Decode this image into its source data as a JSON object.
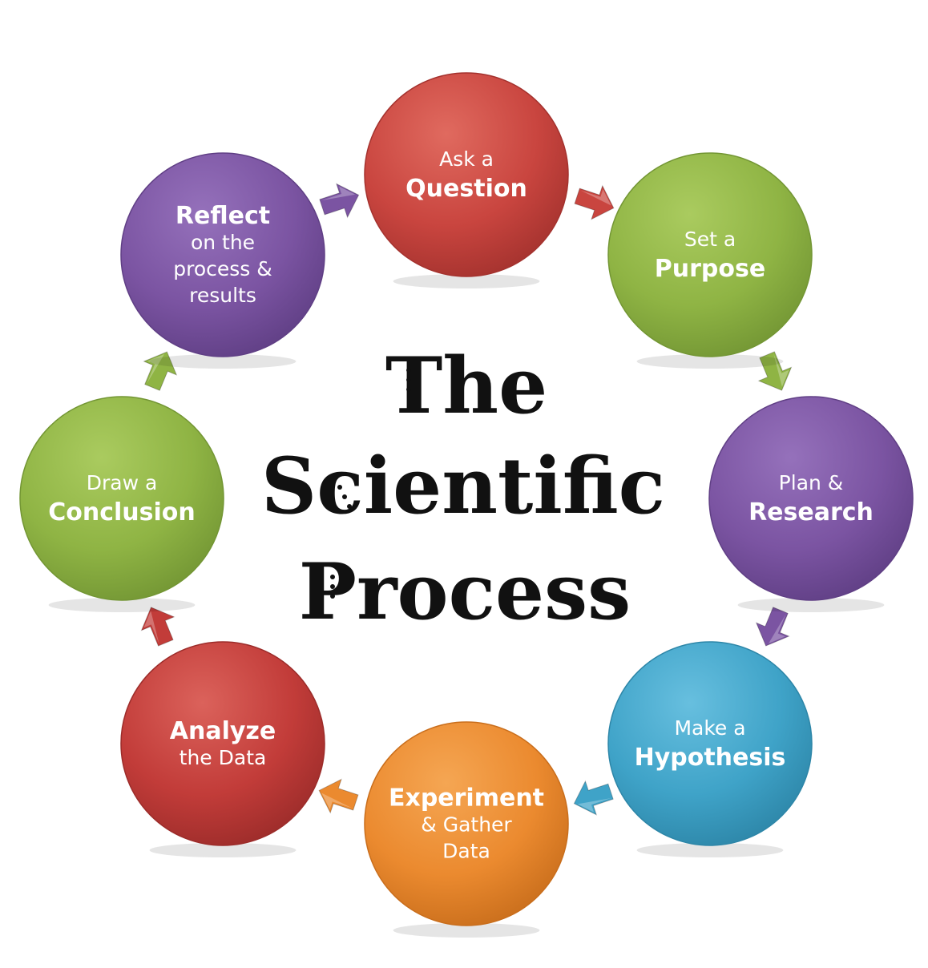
{
  "title": {
    "lines": [
      "The",
      "Scientific",
      "Process"
    ]
  },
  "steps": [
    {
      "id": "ask-question",
      "lines": [
        {
          "text": "Ask a",
          "bold": false
        },
        {
          "text": "Question",
          "bold": true
        }
      ],
      "color": "#c9453f",
      "color_light": "#e06a5f",
      "color_dark": "#a4322e"
    },
    {
      "id": "set-purpose",
      "lines": [
        {
          "text": "Set a",
          "bold": false
        },
        {
          "text": "Purpose",
          "bold": true
        }
      ],
      "color": "#8fb444",
      "color_light": "#aacb5f",
      "color_dark": "#739634"
    },
    {
      "id": "plan-research",
      "lines": [
        {
          "text": "Plan &",
          "bold": false
        },
        {
          "text": "Research",
          "bold": true
        }
      ],
      "color": "#7b54a2",
      "color_light": "#9571bb",
      "color_dark": "#603f85"
    },
    {
      "id": "make-hypothesis",
      "lines": [
        {
          "text": "Make a",
          "bold": false
        },
        {
          "text": "Hypothesis",
          "bold": true
        }
      ],
      "color": "#3fa3c8",
      "color_light": "#67bfdf",
      "color_dark": "#2d86a8"
    },
    {
      "id": "experiment",
      "lines": [
        {
          "text": "Experiment",
          "bold": true
        },
        {
          "text": "& Gather",
          "bold": false
        },
        {
          "text": "Data",
          "bold": false
        }
      ],
      "color": "#eb8a2f",
      "color_light": "#f5a653",
      "color_dark": "#c96e1c"
    },
    {
      "id": "analyze-data",
      "lines": [
        {
          "text": "Analyze",
          "bold": true
        },
        {
          "text": "the Data",
          "bold": false
        }
      ],
      "color": "#c23c39",
      "color_light": "#db625b",
      "color_dark": "#9c2c2a"
    },
    {
      "id": "draw-conclusion",
      "lines": [
        {
          "text": "Draw a",
          "bold": false
        },
        {
          "text": "Conclusion",
          "bold": true
        }
      ],
      "color": "#8fb444",
      "color_light": "#aacb5f",
      "color_dark": "#739634"
    },
    {
      "id": "reflect",
      "lines": [
        {
          "text": "Reflect",
          "bold": true
        },
        {
          "text": "on the",
          "bold": false
        },
        {
          "text": "process &",
          "bold": false
        },
        {
          "text": "results",
          "bold": false
        }
      ],
      "color": "#7b54a2",
      "color_light": "#9571bb",
      "color_dark": "#603f85"
    }
  ],
  "arrows": [
    {
      "from": "ask-question",
      "to": "set-purpose",
      "color": "#c9453f"
    },
    {
      "from": "set-purpose",
      "to": "plan-research",
      "color": "#8fb444"
    },
    {
      "from": "plan-research",
      "to": "make-hypothesis",
      "color": "#7b54a2"
    },
    {
      "from": "make-hypothesis",
      "to": "experiment",
      "color": "#3fa3c8"
    },
    {
      "from": "experiment",
      "to": "analyze-data",
      "color": "#eb8a2f"
    },
    {
      "from": "analyze-data",
      "to": "draw-conclusion",
      "color": "#c23c39"
    },
    {
      "from": "draw-conclusion",
      "to": "reflect",
      "color": "#8fb444"
    },
    {
      "from": "reflect",
      "to": "ask-question",
      "color": "#7b54a2"
    }
  ]
}
